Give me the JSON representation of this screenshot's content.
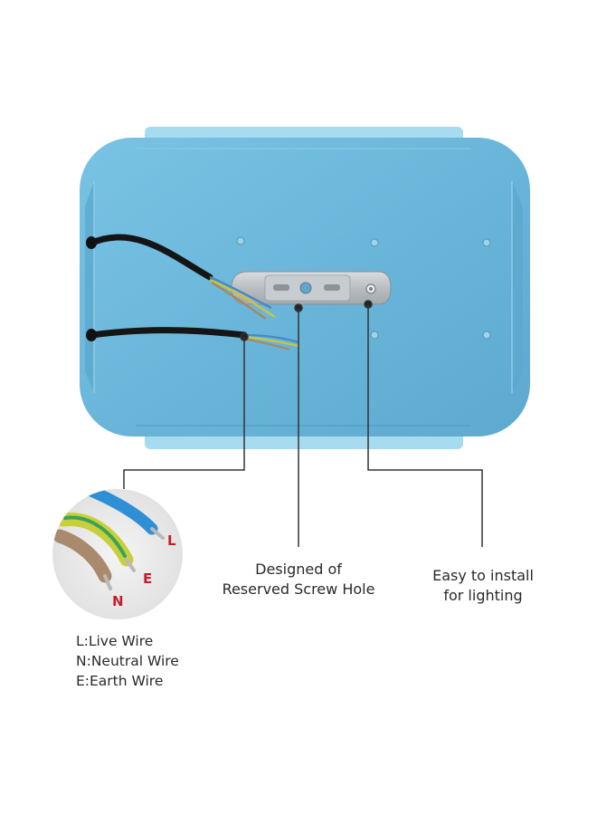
{
  "callouts": {
    "screw_hole": {
      "line1": "Designed of",
      "line2": "Reserved Screw Hole"
    },
    "install": {
      "line1": "Easy to install",
      "line2": "for lighting"
    }
  },
  "wire_inset": {
    "letters": {
      "live": "L",
      "earth": "E",
      "neutral": "N"
    },
    "colors": {
      "live": "#2f8fd6",
      "earth": "#c9cf3a",
      "neutral": "#a98a6c"
    }
  },
  "legend": [
    {
      "text": "L:Live Wire"
    },
    {
      "text": "N:Neutral Wire"
    },
    {
      "text": "E:Earth Wire"
    }
  ],
  "colors": {
    "panel": "#6cb9dc",
    "panel_light": "#a9dcf1",
    "leader_line": "#333333",
    "inset_bg": "#ececec",
    "letter_red": "#c0202a"
  }
}
